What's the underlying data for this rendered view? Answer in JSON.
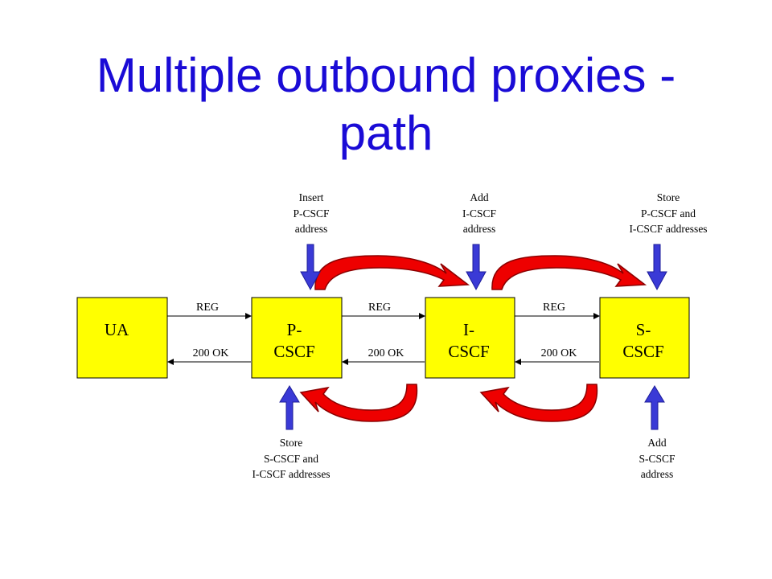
{
  "title": {
    "line1": "Multiple outbound proxies -",
    "line2": "path"
  },
  "nodes": [
    {
      "id": "ua",
      "label_lines": [
        "UA"
      ]
    },
    {
      "id": "pcscf",
      "label_lines": [
        "P-",
        "CSCF"
      ]
    },
    {
      "id": "icscf",
      "label_lines": [
        "I-",
        "CSCF"
      ]
    },
    {
      "id": "scscf",
      "label_lines": [
        "S-",
        "CSCF"
      ]
    }
  ],
  "messages": {
    "request": "REG",
    "response": "200 OK"
  },
  "notes_top": [
    {
      "id": "insert-pcscf",
      "lines": [
        "Insert",
        "P-CSCF",
        "address"
      ]
    },
    {
      "id": "add-icscf",
      "lines": [
        "Add",
        "I-CSCF",
        "address"
      ]
    },
    {
      "id": "store-pcscf-icscf",
      "lines": [
        "Store",
        "P-CSCF and",
        "I-CSCF addresses"
      ]
    }
  ],
  "notes_bottom": [
    {
      "id": "store-scscf-icscf",
      "lines": [
        "Store",
        "S-CSCF and",
        "I-CSCF addresses"
      ]
    },
    {
      "id": "add-scscf",
      "lines": [
        "Add",
        "S-CSCF",
        "address"
      ]
    }
  ],
  "colors": {
    "title": "#1a0bd6",
    "node_fill": "#ffff00",
    "pointer_arrow": "#3a3ad6",
    "curved_arrow_fill": "#ee0000",
    "curved_arrow_stroke": "#8b0000"
  }
}
